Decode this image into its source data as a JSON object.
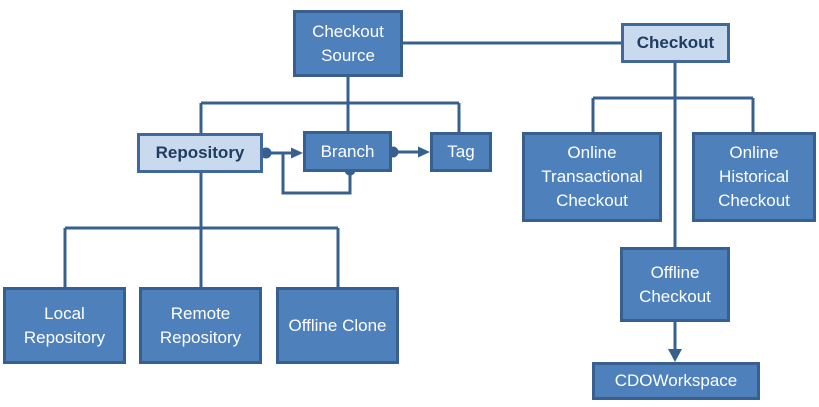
{
  "diagram": {
    "description": "Checkout concept diagram",
    "colors": {
      "node_fill": "#4E80BC",
      "node_border": "#38608F",
      "highlight_fill": "#C9D9EE",
      "highlight_border": "#40689B",
      "connector": "#38608F",
      "node_text": "#FFFFFF",
      "highlight_text": "#1F3C61"
    },
    "nodes": [
      {
        "id": "checkout-source",
        "label": "Checkout Source",
        "style": "dark"
      },
      {
        "id": "checkout",
        "label": "Checkout",
        "style": "light"
      },
      {
        "id": "repository",
        "label": "Repository",
        "style": "light"
      },
      {
        "id": "branch",
        "label": "Branch",
        "style": "dark"
      },
      {
        "id": "tag",
        "label": "Tag",
        "style": "dark"
      },
      {
        "id": "online-transactional-checkout",
        "label": "Online Transactional Checkout",
        "style": "dark"
      },
      {
        "id": "online-historical-checkout",
        "label": "Online Historical Checkout",
        "style": "dark"
      },
      {
        "id": "offline-checkout",
        "label": "Offline Checkout",
        "style": "dark"
      },
      {
        "id": "cdoworkspace",
        "label": "CDOWorkspace",
        "style": "dark"
      },
      {
        "id": "local-repository",
        "label": "Local Repository",
        "style": "dark"
      },
      {
        "id": "remote-repository",
        "label": "Remote Repository",
        "style": "dark"
      },
      {
        "id": "offline-clone",
        "label": "Offline Clone",
        "style": "dark"
      }
    ],
    "edges": [
      {
        "from": "Checkout Source",
        "to": "Checkout",
        "type": "line"
      },
      {
        "from": "Checkout Source",
        "to": "Repository",
        "type": "tree"
      },
      {
        "from": "Checkout Source",
        "to": "Branch",
        "type": "tree"
      },
      {
        "from": "Checkout Source",
        "to": "Tag",
        "type": "tree"
      },
      {
        "from": "Repository",
        "to": "Branch",
        "type": "dot-arrow"
      },
      {
        "from": "Branch",
        "to": "Tag",
        "type": "dot-arrow"
      },
      {
        "from": "Branch",
        "to": "Branch",
        "type": "dot-arrow-self-loop"
      },
      {
        "from": "Repository",
        "to": "Local Repository",
        "type": "tree"
      },
      {
        "from": "Repository",
        "to": "Remote Repository",
        "type": "tree"
      },
      {
        "from": "Repository",
        "to": "Offline Clone",
        "type": "tree"
      },
      {
        "from": "Checkout",
        "to": "Online Transactional Checkout",
        "type": "tree"
      },
      {
        "from": "Checkout",
        "to": "Online Historical Checkout",
        "type": "tree"
      },
      {
        "from": "Checkout",
        "to": "Offline Checkout",
        "type": "tree"
      },
      {
        "from": "Offline Checkout",
        "to": "CDOWorkspace",
        "type": "arrow"
      }
    ]
  }
}
